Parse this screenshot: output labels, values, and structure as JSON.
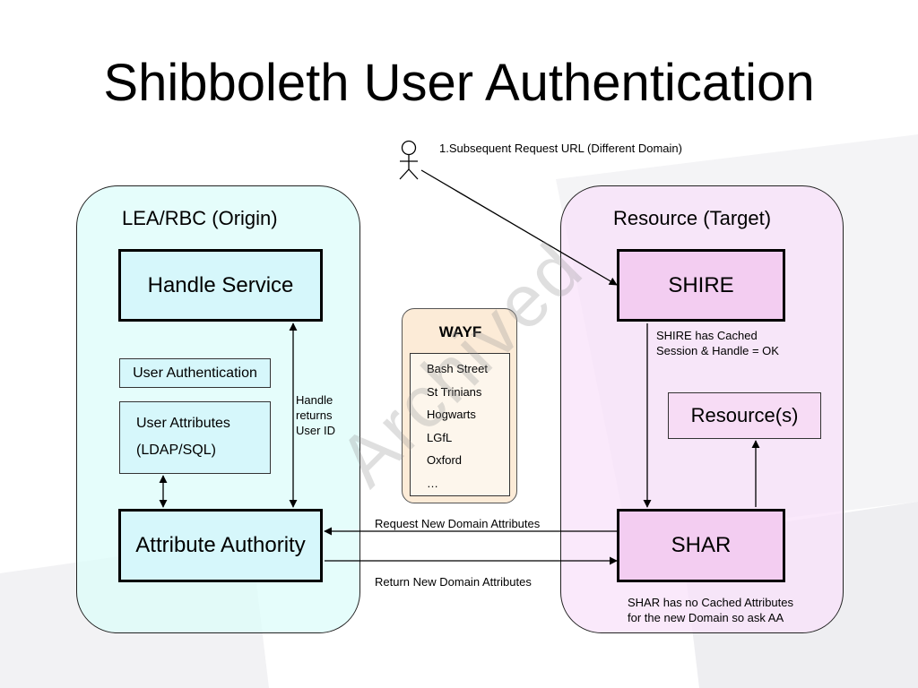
{
  "title": "Shibboleth User Authentication",
  "watermark": "Archived",
  "origin": {
    "title": "LEA/RBC (Origin)",
    "handle_service": "Handle Service",
    "user_authentication": "User Authentication",
    "user_attributes_line1": "User Attributes",
    "user_attributes_line2": "(LDAP/SQL)",
    "attribute_authority": "Attribute Authority",
    "handle_note_line1": "Handle",
    "handle_note_line2": "returns",
    "handle_note_line3": "User ID"
  },
  "target": {
    "title": "Resource (Target)",
    "shire": "SHIRE",
    "shire_note_line1": "SHIRE has Cached",
    "shire_note_line2": "Session & Handle = OK",
    "resources": "Resource(s)",
    "shar": "SHAR",
    "shar_note_line1": "SHAR has no Cached Attributes",
    "shar_note_line2": "for the new Domain so ask AA"
  },
  "wayf": {
    "title": "WAYF",
    "items": [
      "Bash Street",
      "St Trinians",
      "Hogwarts",
      "LGfL",
      "Oxford",
      "…"
    ]
  },
  "flow": {
    "request_url": "1.Subsequent Request URL (Different Domain)",
    "request_attributes": "Request New Domain Attributes",
    "return_attributes": "Return New Domain Attributes"
  },
  "colors": {
    "origin_panel": "#dcfcfa",
    "target_panel": "#f8e2fa",
    "origin_box": "#d6f7fb",
    "target_box": "#f3cdf1",
    "wayf_panel": "#fce8d0"
  }
}
